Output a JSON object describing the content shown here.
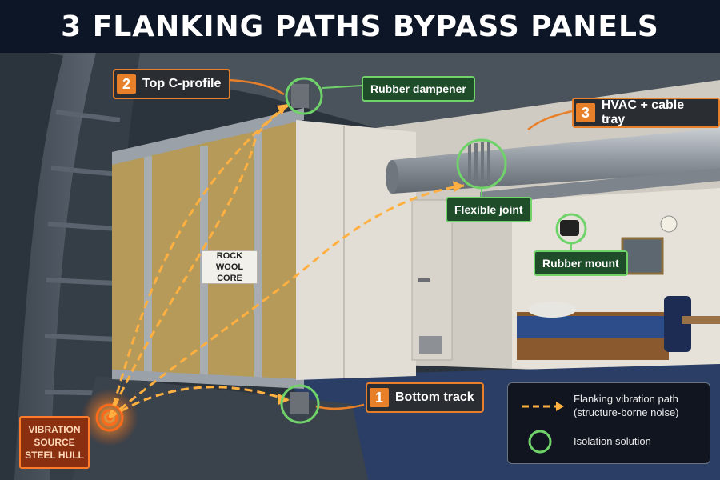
{
  "title": "3 FLANKING PATHS BYPASS PANELS",
  "callouts": {
    "top_c_profile": {
      "number": "2",
      "label": "Top C-profile"
    },
    "bottom_track": {
      "number": "1",
      "label": "Bottom track"
    },
    "hvac": {
      "number": "3",
      "label": "HVAC + cable tray"
    }
  },
  "solutions": {
    "rubber_dampener": "Rubber dampener",
    "flexible_joint": "Flexible joint",
    "rubber_mount": "Rubber mount"
  },
  "core_label": {
    "line1": "ROCK WOOL",
    "line2": "CORE"
  },
  "source_label": {
    "line1": "VIBRATION",
    "line2": "SOURCE",
    "line3": "STEEL HULL"
  },
  "legend": {
    "path_line1": "Flanking vibration path",
    "path_line2": "(structure-borne noise)",
    "isolation": "Isolation solution"
  },
  "colors": {
    "accent_orange": "#e8802a",
    "isolation_green": "#6fd36a",
    "title_bg": "#0d1626"
  }
}
